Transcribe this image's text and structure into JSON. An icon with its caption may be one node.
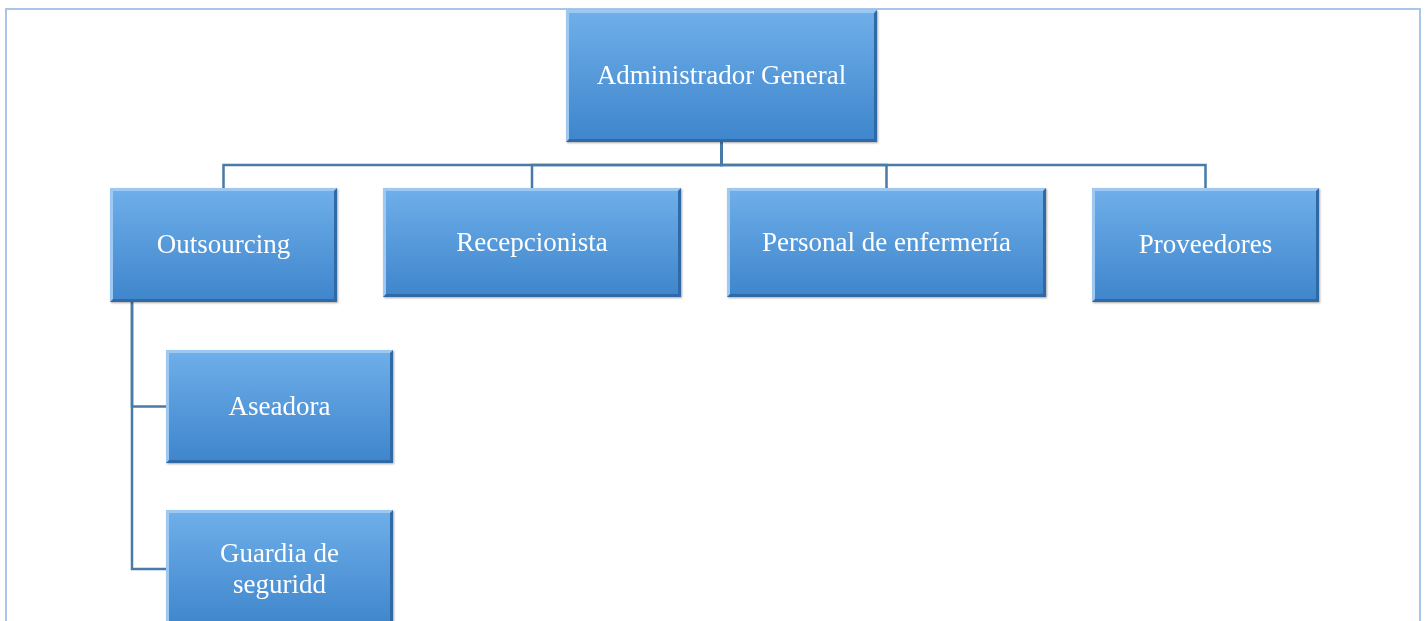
{
  "diagram": {
    "nodes": [
      {
        "text": [
          "Administrador General"
        ]
      },
      {
        "text": [
          "Outsourcing"
        ]
      },
      {
        "text": [
          "Recepcionista"
        ]
      },
      {
        "text": [
          "Personal de enfermería"
        ]
      },
      {
        "text": [
          "Proveedores"
        ]
      },
      {
        "text": [
          "Aseadora"
        ]
      },
      {
        "text": [
          "Guardia de seguridd"
        ]
      }
    ],
    "edges": [
      {
        "from": 0,
        "to": 1,
        "arrow": "none"
      },
      {
        "from": 0,
        "to": 2,
        "arrow": "none"
      },
      {
        "from": 0,
        "to": 3,
        "arrow": "none"
      },
      {
        "from": 0,
        "to": 4,
        "arrow": "none"
      },
      {
        "from": 1,
        "to": 5,
        "arrow": "none"
      },
      {
        "from": 1,
        "to": 6,
        "arrow": "none"
      }
    ]
  }
}
